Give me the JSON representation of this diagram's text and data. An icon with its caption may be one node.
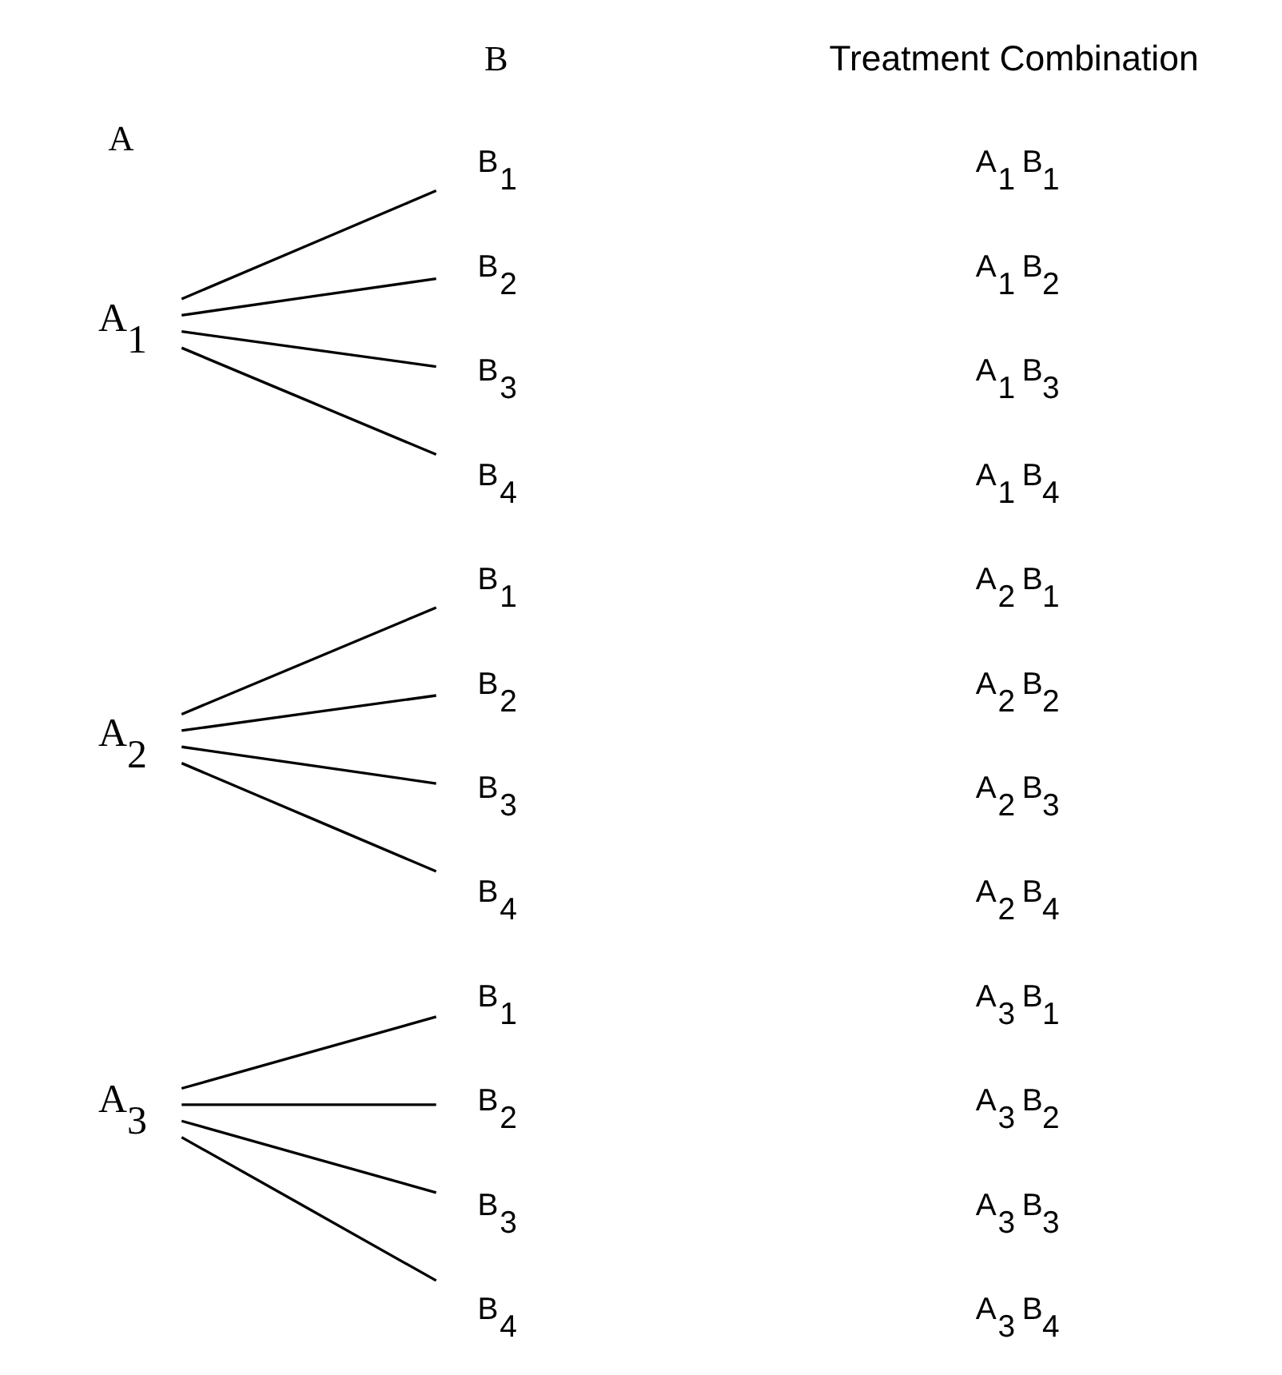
{
  "diagram": {
    "nodes": [
      {
        "text": [
          "A$_{1}$"
        ]
      },
      {
        "text": [
          "B$_{1}$"
        ]
      },
      {
        "text": [
          "B$_{2}$"
        ]
      },
      {
        "text": [
          "B$_{3}$"
        ]
      },
      {
        "text": [
          "B$_{4}$"
        ]
      },
      {
        "text": [
          "A$_{2}$"
        ]
      },
      {
        "text": [
          "B$_{1}$"
        ]
      },
      {
        "text": [
          "B$_{2}$"
        ]
      },
      {
        "text": [
          "B$_{3}$"
        ]
      },
      {
        "text": [
          "B$_{4}$"
        ]
      },
      {
        "text": [
          "A$_{3}$"
        ]
      },
      {
        "text": [
          "B$_{1}$"
        ]
      },
      {
        "text": [
          "B$_{2}$"
        ]
      },
      {
        "text": [
          "B$_{3}$"
        ]
      },
      {
        "text": [
          "B$_{4}$"
        ]
      }
    ],
    "edges": [
      {
        "from": 0,
        "to": 1,
        "arrow": "none"
      },
      {
        "from": 0,
        "to": 2,
        "arrow": "none"
      },
      {
        "from": 0,
        "to": 3,
        "arrow": "none"
      },
      {
        "from": 0,
        "to": 4,
        "arrow": "none"
      },
      {
        "from": 5,
        "to": 6,
        "arrow": "none"
      },
      {
        "from": 5,
        "to": 7,
        "arrow": "none"
      },
      {
        "from": 5,
        "to": 8,
        "arrow": "none"
      },
      {
        "from": 5,
        "to": 9,
        "arrow": "none"
      },
      {
        "from": 10,
        "to": 11,
        "arrow": "none"
      },
      {
        "from": 10,
        "to": 12,
        "arrow": "none"
      },
      {
        "from": 10,
        "to": 13,
        "arrow": "none"
      },
      {
        "from": 10,
        "to": 14,
        "arrow": "none"
      }
    ],
    "labels": [
      "A",
      "B",
      "Treatment Combination",
      "A$_{1}$ B$_{1}$",
      "A$_{1}$ B$_{2}$",
      "A$_{1}$ B$_{3}$",
      "A$_{1}$ B$_{4}$",
      "A$_{2}$ B$_{1}$",
      "A$_{2}$ B$_{2}$",
      "A$_{2}$ B$_{3}$",
      "A$_{2}$ B$_{4}$",
      "A$_{3}$ B$_{1}$",
      "A$_{3}$ B$_{2}$",
      "A$_{3}$ B$_{3}$",
      "A$_{3}$ B$_{4}$"
    ]
  }
}
